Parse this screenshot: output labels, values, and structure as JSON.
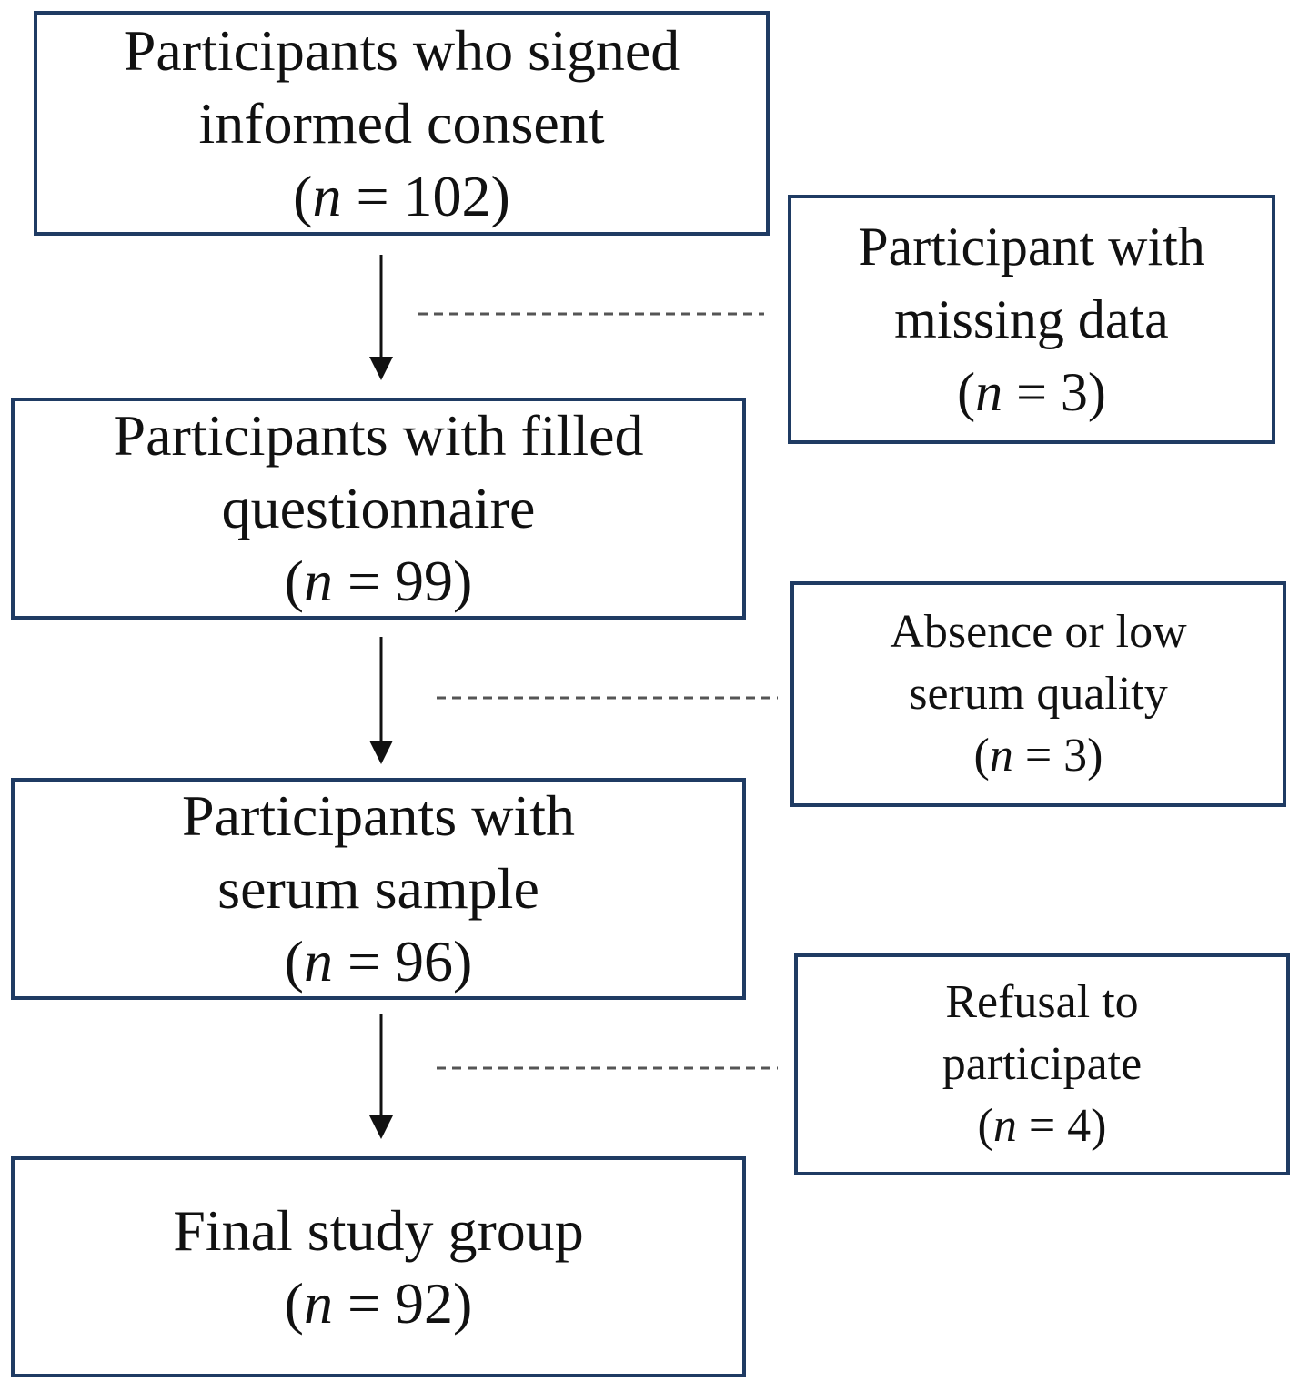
{
  "flow": {
    "consent": {
      "lines": [
        "Participants who signed",
        "informed consent"
      ],
      "n_label": "n",
      "n_value": "102"
    },
    "questionnaire": {
      "lines": [
        "Participants with filled",
        "questionnaire"
      ],
      "n_label": "n",
      "n_value": "99"
    },
    "serum": {
      "lines": [
        "Participants with",
        "serum sample"
      ],
      "n_label": "n",
      "n_value": "96"
    },
    "final": {
      "lines": [
        "Final study group"
      ],
      "n_label": "n",
      "n_value": "92"
    }
  },
  "exclusions": {
    "missing_data": {
      "lines": [
        "Participant with",
        "missing data"
      ],
      "n_label": "n",
      "n_value": "3"
    },
    "serum_quality": {
      "lines": [
        "Absence or low",
        "serum quality"
      ],
      "n_label": "n",
      "n_value": "3"
    },
    "refusal": {
      "lines": [
        "Refusal to",
        "participate"
      ],
      "n_label": "n",
      "n_value": "4"
    }
  },
  "colors": {
    "box_border": "#1f3b63",
    "arrow": "#111111",
    "dashed_line": "#555555"
  }
}
